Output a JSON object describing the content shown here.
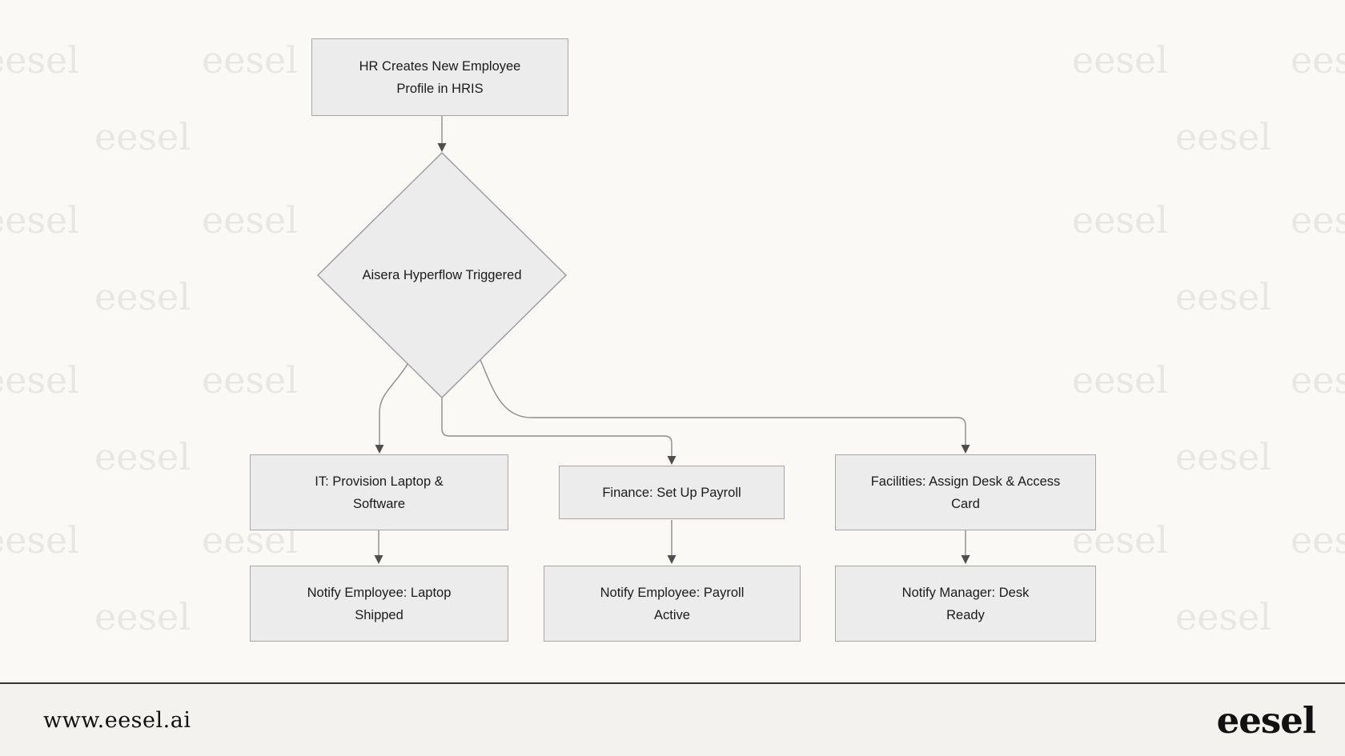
{
  "watermark_text": "eesel",
  "flowchart": {
    "nodes": [
      {
        "id": "hr",
        "label": "HR Creates New Employee Profile in HRIS",
        "shape": "rect"
      },
      {
        "id": "trigger",
        "label": "Aisera Hyperflow Triggered",
        "shape": "diamond"
      },
      {
        "id": "it",
        "label": "IT: Provision Laptop & Software",
        "shape": "rect"
      },
      {
        "id": "finance",
        "label": "Finance: Set Up Payroll",
        "shape": "rect"
      },
      {
        "id": "facilities",
        "label": "Facilities: Assign Desk & Access Card",
        "shape": "rect"
      },
      {
        "id": "notify_it",
        "label": "Notify Employee: Laptop Shipped",
        "shape": "rect"
      },
      {
        "id": "notify_finance",
        "label": "Notify Employee: Payroll Active",
        "shape": "rect"
      },
      {
        "id": "notify_facilities",
        "label": "Notify Manager: Desk Ready",
        "shape": "rect"
      }
    ],
    "edges": [
      {
        "from": "hr",
        "to": "trigger"
      },
      {
        "from": "trigger",
        "to": "it"
      },
      {
        "from": "trigger",
        "to": "finance"
      },
      {
        "from": "trigger",
        "to": "facilities"
      },
      {
        "from": "it",
        "to": "notify_it"
      },
      {
        "from": "finance",
        "to": "notify_finance"
      },
      {
        "from": "facilities",
        "to": "notify_facilities"
      }
    ]
  },
  "footer": {
    "url": "www.eesel.ai",
    "logo": "eesel"
  },
  "colors": {
    "background": "#faf9f6",
    "node_fill": "#ececec",
    "node_border": "#a6a6a6",
    "connector": "#8c8c8c",
    "arrowhead": "#4f4f4f",
    "text": "#1b1b1b",
    "watermark": "#e9e7e2",
    "footer_background": "#f3f2ef",
    "divider": "#333333"
  }
}
